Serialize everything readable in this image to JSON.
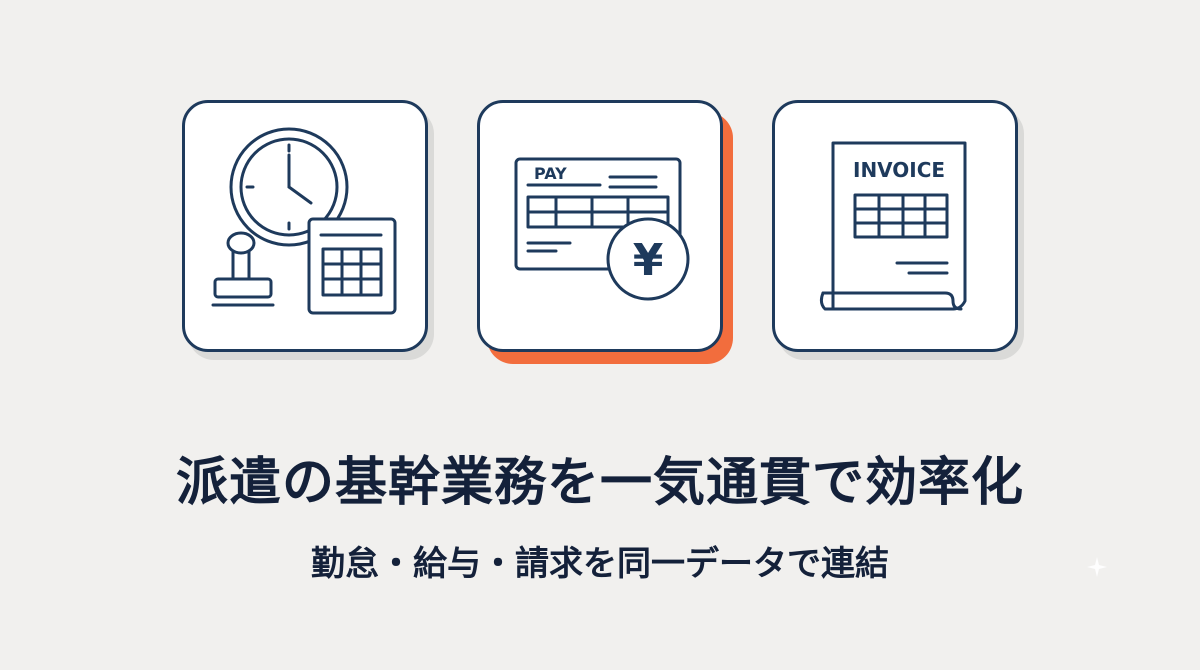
{
  "cards": [
    {
      "name": "attendance",
      "icon": "clock-stamp-calculator-icon"
    },
    {
      "name": "payroll",
      "icon": "pay-sheet-yen-icon",
      "label": "PAY",
      "currency_symbol": "¥",
      "accent": "#f26d3d"
    },
    {
      "name": "invoice",
      "icon": "invoice-document-icon",
      "label": "INVOICE"
    }
  ],
  "headline": "派遣の基幹業務を一気通貫で効率化",
  "subline": "勤怠・給与・請求を同一データで連結",
  "colors": {
    "ink": "#1e3a5c",
    "text": "#14213a",
    "background": "#f1f0ee",
    "accent": "#f26d3d"
  }
}
